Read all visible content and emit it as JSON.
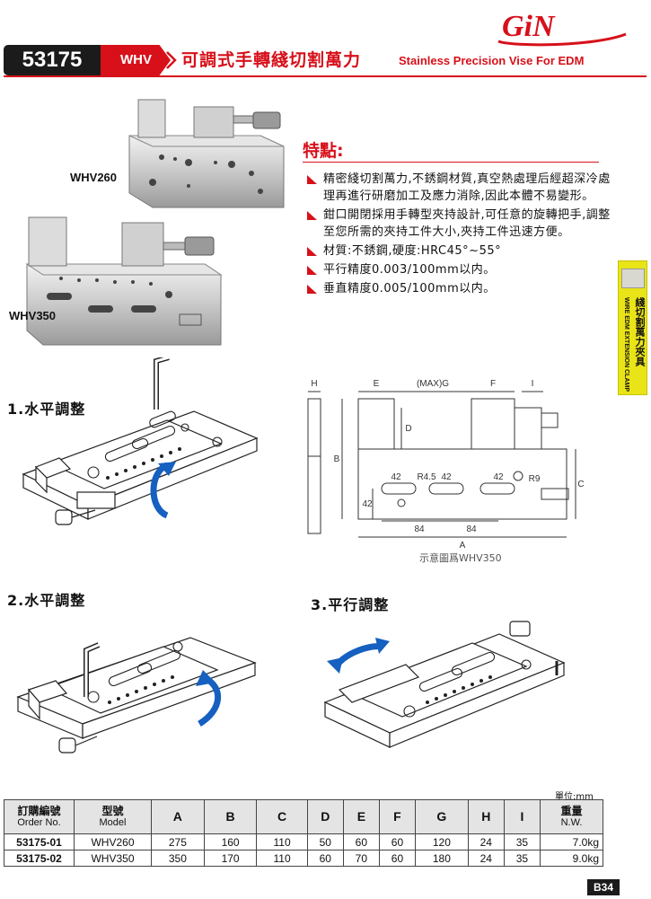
{
  "brand": {
    "logo_text": "GiN",
    "accent": "#d7101a"
  },
  "header": {
    "code": "53175",
    "series": "WHV",
    "title_cn": "可調式手轉綫切割萬力",
    "title_en": "Stainless Precision Vise For EDM"
  },
  "photos": [
    {
      "label": "WHV260"
    },
    {
      "label": "WHV350"
    }
  ],
  "features": {
    "title": "特點:",
    "items": [
      "精密綫切割萬力,不銹鋼材質,真空熱處理后經超深冷處理再進行研磨加工及應力消除,因此本體不易變形。",
      "鉗口開閉採用手轉型夾持設計,可任意的旋轉把手,調整至您所需的夾持工件大小,夾持工件迅速方便。",
      "材質:不銹鋼,硬度:HRC45°~55°",
      "平行精度0.003/100mm以内。",
      "垂直精度0.005/100mm以内。"
    ]
  },
  "side_tab": {
    "en": "WIRE EDM EXTENSION CLAMP",
    "cn": "綫切割萬力夾具"
  },
  "steps": [
    "1.水平調整",
    "2.水平調整",
    "3.平行調整"
  ],
  "drawing": {
    "caption": "示意圖爲WHV350",
    "labels": {
      "H": "H",
      "E": "E",
      "G": "(MAX)G",
      "F": "F",
      "I": "I",
      "D": "D",
      "B": "B",
      "C": "C",
      "A": "A",
      "d42a": "42",
      "r45": "R4.5",
      "d42b": "42",
      "d42c": "42",
      "r9": "R9",
      "d42v": "42",
      "d84a": "84",
      "d84b": "84"
    }
  },
  "table": {
    "unit": "單位:mm",
    "headers": [
      {
        "cn": "訂購編號",
        "en": "Order No."
      },
      {
        "cn": "型號",
        "en": "Model"
      },
      {
        "cn": "A"
      },
      {
        "cn": "B"
      },
      {
        "cn": "C"
      },
      {
        "cn": "D"
      },
      {
        "cn": "E"
      },
      {
        "cn": "F"
      },
      {
        "cn": "G"
      },
      {
        "cn": "H"
      },
      {
        "cn": "I"
      },
      {
        "cn": "重量",
        "en": "N.W."
      }
    ],
    "rows": [
      [
        "53175-01",
        "WHV260",
        "275",
        "160",
        "110",
        "50",
        "60",
        "60",
        "120",
        "24",
        "35",
        "7.0kg"
      ],
      [
        "53175-02",
        "WHV350",
        "350",
        "170",
        "110",
        "60",
        "70",
        "60",
        "180",
        "24",
        "35",
        "9.0kg"
      ]
    ]
  },
  "page": {
    "number": "B34"
  }
}
